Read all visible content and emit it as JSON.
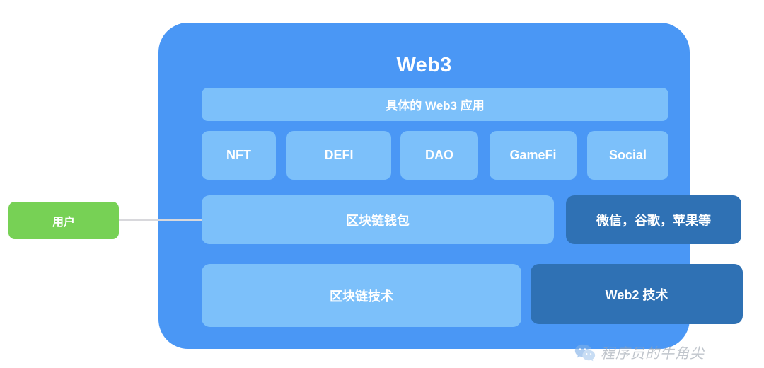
{
  "diagram": {
    "title": "Web3",
    "panel_color": "#4a97f5",
    "app_banner": {
      "label": "具体的 Web3 应用",
      "color": "#7cc0fa"
    },
    "categories": [
      {
        "label": "NFT"
      },
      {
        "label": "DEFI"
      },
      {
        "label": "DAO"
      },
      {
        "label": "GameFi"
      },
      {
        "label": "Social"
      }
    ],
    "wallet_row": {
      "blockchain_wallet": {
        "label": "区块链钱包",
        "color": "#7cc0fa"
      },
      "web2_services": {
        "label": "微信，谷歌，苹果等",
        "color": "#2f71b4"
      }
    },
    "tech_row": {
      "blockchain_tech": {
        "label": "区块链技术",
        "color": "#7cc0fa"
      },
      "web2_tech": {
        "label": "Web2 技术",
        "color": "#2f71b4"
      }
    },
    "user_node": {
      "label": "用户",
      "color": "#77d155"
    },
    "connector": {
      "color": "#d8d8dc"
    }
  },
  "watermark": {
    "icon": "wechat-logo-icon",
    "text": "程序员的牛角尖",
    "color": "#9aa3ad"
  }
}
